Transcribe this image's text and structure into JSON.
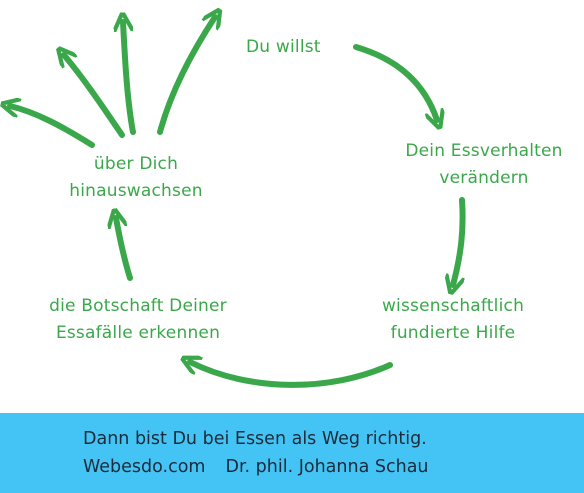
{
  "diagram": {
    "nodes": [
      {
        "id": "du-willst",
        "lines": [
          "Du willst"
        ]
      },
      {
        "id": "essverhalten",
        "lines": [
          "Dein Essverhalten",
          "verändern"
        ]
      },
      {
        "id": "hilfe",
        "lines": [
          "wissenschaftlich",
          "fundierte Hilfe"
        ]
      },
      {
        "id": "botschaft",
        "lines": [
          "die Botschaft Deiner",
          "Essafälle erkennen"
        ]
      },
      {
        "id": "hinauswachsen",
        "lines": [
          "über Dich",
          "hinauswachsen"
        ]
      }
    ],
    "colors": {
      "arrow": "#3aa84a",
      "text": "#3aa84a"
    }
  },
  "footer": {
    "line1": "Dann bist Du bei Essen als Weg richtig.",
    "site": "Webesdo.com",
    "author": "Dr. phil. Johanna Schau",
    "colors": {
      "background": "#43c4f4",
      "text": "#1d2a3a"
    }
  }
}
